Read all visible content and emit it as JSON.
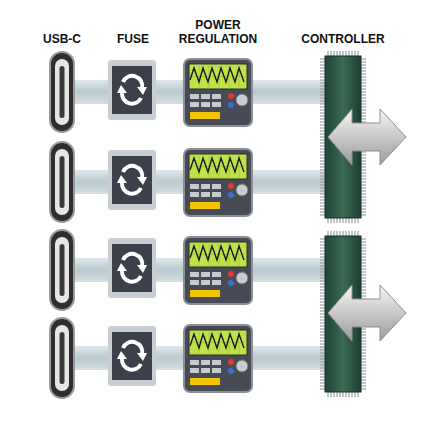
{
  "diagram": {
    "labels": [
      "USB-C",
      "FUSE",
      "POWER REGULATION",
      "CONTROLLER"
    ]
  }
}
